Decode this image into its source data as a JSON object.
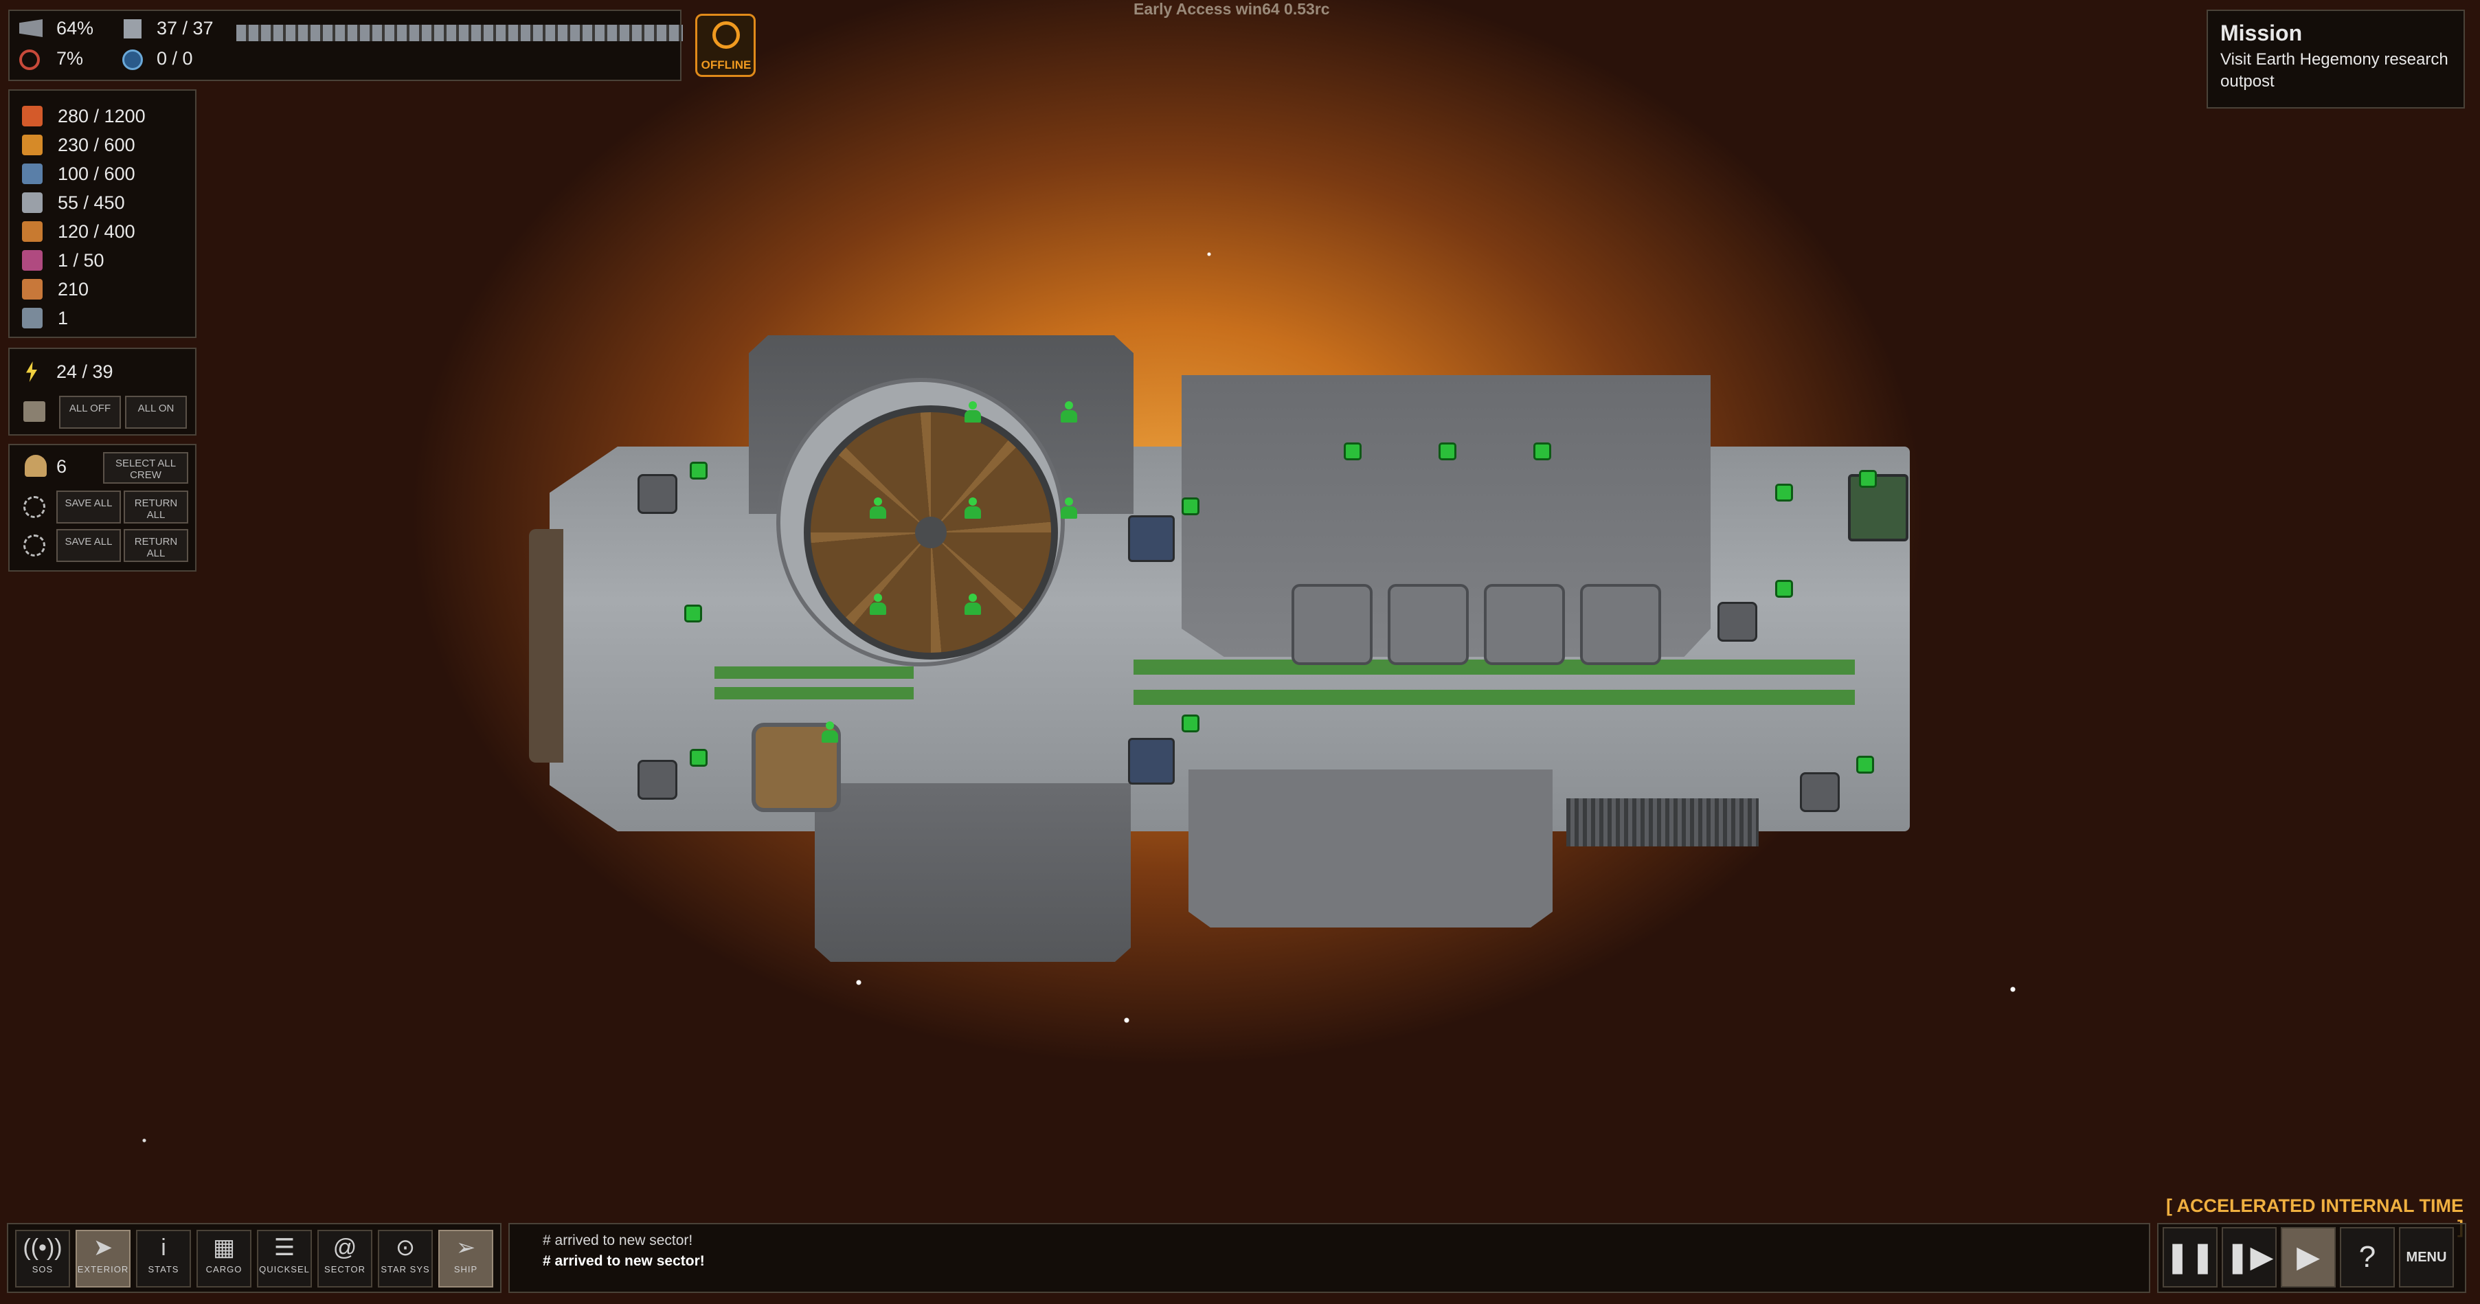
{
  "watermark": "Early Access  win64 0.53rc",
  "status": {
    "hull_pct": "64%",
    "hull_extra": "7%",
    "crew_cap": "37 / 37",
    "shield": "0 / 0",
    "offline_label": "OFFLINE"
  },
  "resources": [
    {
      "icon": "food-icon",
      "value": "280 / 1200",
      "color": "#d45a2a"
    },
    {
      "icon": "fuel-icon",
      "value": "230 / 600",
      "color": "#d68a28"
    },
    {
      "icon": "metal-icon",
      "value": "100 / 600",
      "color": "#5a7fa8"
    },
    {
      "icon": "components-icon",
      "value": "55 / 450",
      "color": "#9aa0a8"
    },
    {
      "icon": "ammo-icon",
      "value": "120 / 400",
      "color": "#c87a30"
    },
    {
      "icon": "crystal-icon",
      "value": "1 / 50",
      "color": "#b04a80"
    },
    {
      "icon": "credits-icon",
      "value": "210",
      "color": "#c8783a"
    },
    {
      "icon": "tech-icon",
      "value": "1",
      "color": "#7a8a9a"
    }
  ],
  "power": {
    "value": "24 / 39",
    "all_off": "ALL OFF",
    "all_on": "ALL ON"
  },
  "crew": {
    "count": "6",
    "select_all": "SELECT ALL CREW",
    "save_all": "SAVE ALL",
    "return_all": "RETURN ALL"
  },
  "mission": {
    "title": "Mission",
    "text": "Visit Earth Hegemony research outpost"
  },
  "log": [
    "# arrived to new sector!",
    "# arrived to new sector!"
  ],
  "toolbar": [
    {
      "label": "SOS",
      "glyph": "((•))",
      "name": "sos-button"
    },
    {
      "label": "EXTERIOR",
      "glyph": "➤",
      "name": "exterior-button",
      "active": true
    },
    {
      "label": "STATS",
      "glyph": "i",
      "name": "stats-button"
    },
    {
      "label": "CARGO",
      "glyph": "▦",
      "name": "cargo-button"
    },
    {
      "label": "QUICKSEL",
      "glyph": "☰",
      "name": "quicksel-button"
    },
    {
      "label": "SECTOR",
      "glyph": "@",
      "name": "sector-button"
    },
    {
      "label": "STAR SYS",
      "glyph": "⊙",
      "name": "starsys-button"
    },
    {
      "label": "SHIP",
      "glyph": "➢",
      "name": "ship-button",
      "active": true
    }
  ],
  "time": {
    "label": "[ ACCELERATED INTERNAL TIME ]",
    "menu": "MENU",
    "help": "?"
  }
}
